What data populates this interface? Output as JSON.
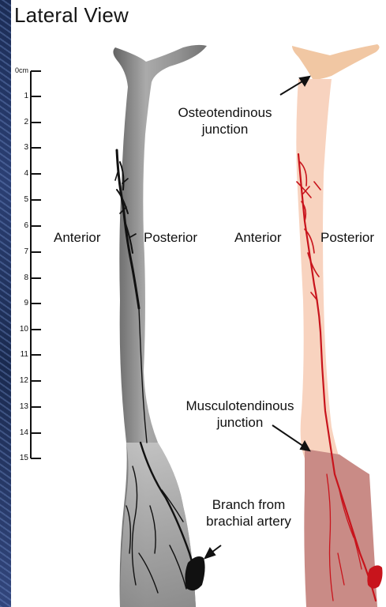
{
  "title": "Lateral View",
  "ruler": {
    "ticks": [
      "0cm",
      "1",
      "2",
      "3",
      "4",
      "5",
      "6",
      "7",
      "8",
      "9",
      "10",
      "11",
      "12",
      "13",
      "14",
      "15"
    ]
  },
  "labels": {
    "anterior_left": "Anterior",
    "posterior_left": "Posterior",
    "anterior_right": "Anterior",
    "posterior_right": "Posterior",
    "osteotendinous_line1": "Osteotendinous",
    "osteotendinous_line2": "junction",
    "musculotendinous_line1": "Musculotendinous",
    "musculotendinous_line2": "junction",
    "branch_line1": "Branch from",
    "branch_line2": "brachial artery"
  },
  "colors": {
    "tendon_fill": "#f8d3bf",
    "tendon_top": "#f1c7a3",
    "muscle_fill": "#c98b86",
    "vessel_red": "#c8141c",
    "xray_gray": "#8a8a8a"
  }
}
